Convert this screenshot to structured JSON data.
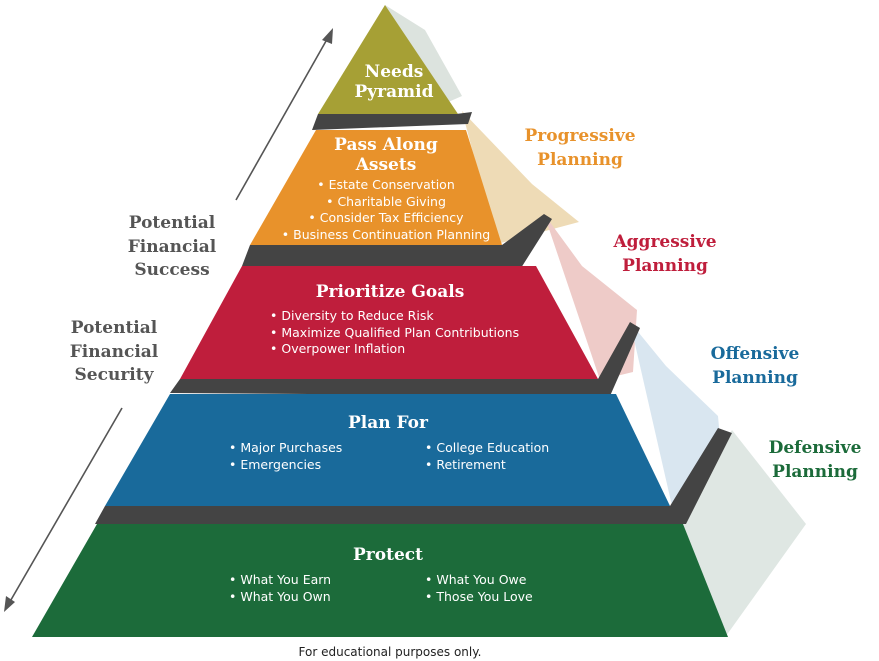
{
  "tiers": {
    "needs": {
      "title_line1": "Needs",
      "title_line2": "Pyramid",
      "color": "#A6A035"
    },
    "pass_along": {
      "title_line1": "Pass Along",
      "title_line2": "Assets",
      "color": "#E8922B",
      "items": [
        "Estate Conservation",
        "Charitable Giving",
        "Consider Tax Efficiency",
        "Business Continuation Planning"
      ]
    },
    "prioritize": {
      "title": "Prioritize Goals",
      "color": "#BF1E3C",
      "items": [
        "Diversity to Reduce Risk",
        "Maximize Qualified Plan Contributions",
        "Overpower Inflation"
      ]
    },
    "plan_for": {
      "title": "Plan For",
      "color": "#196A9B",
      "items_left": [
        "Major Purchases",
        "Emergencies"
      ],
      "items_right": [
        "College Education",
        "Retirement"
      ]
    },
    "protect": {
      "title": "Protect",
      "color": "#1C6B3A",
      "items_left": [
        "What You Earn",
        "What You Own"
      ],
      "items_right": [
        "What You Owe",
        "Those You Love"
      ]
    }
  },
  "side_labels": {
    "progressive": {
      "line1": "Progressive",
      "line2": "Planning",
      "color": "#E8922B"
    },
    "aggressive": {
      "line1": "Aggressive",
      "line2": "Planning",
      "color": "#BF1E3C"
    },
    "offensive": {
      "line1": "Offensive",
      "line2": "Planning",
      "color": "#196A9B"
    },
    "defensive": {
      "line1": "Defensive",
      "line2": "Planning",
      "color": "#1C6B3A"
    }
  },
  "left_labels": {
    "success": {
      "line1": "Potential",
      "line2": "Financial",
      "line3": "Success"
    },
    "security": {
      "line1": "Potential",
      "line2": "Financial",
      "line3": "Security"
    }
  },
  "footnote": "For educational purposes only."
}
